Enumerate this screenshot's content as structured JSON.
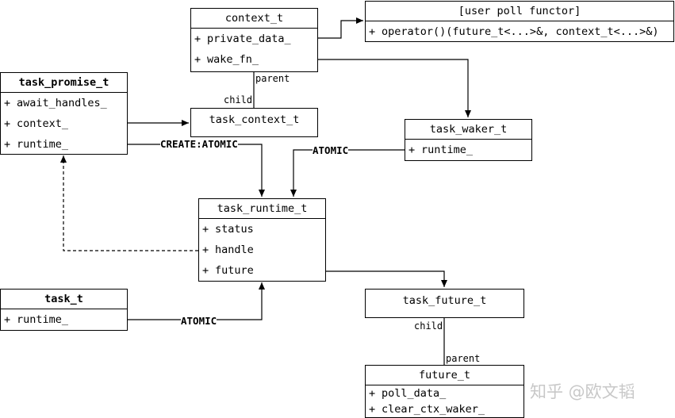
{
  "classes": {
    "context_t": {
      "name": "context_t",
      "members": [
        "private_data_",
        "wake_fn_"
      ]
    },
    "user_poll_functor": {
      "name": "[user poll functor]",
      "members": [
        "operator()(future_t<...>&, context_t<...>&)"
      ]
    },
    "task_promise_t": {
      "name": "task_promise_t",
      "members": [
        "await_handles_",
        "context_",
        "runtime_"
      ]
    },
    "task_context_t": {
      "name": "task_context_t",
      "members": []
    },
    "task_waker_t": {
      "name": "task_waker_t",
      "members": [
        "runtime_"
      ]
    },
    "task_runtime_t": {
      "name": "task_runtime_t",
      "members": [
        "status",
        "handle",
        "future"
      ]
    },
    "task_t": {
      "name": "task_t",
      "members": [
        "runtime_"
      ]
    },
    "task_future_t": {
      "name": "task_future_t",
      "members": []
    },
    "future_t": {
      "name": "future_t",
      "members": [
        "poll_data_",
        "clear_ctx_waker_"
      ]
    }
  },
  "member_visibility": "+",
  "labels": {
    "parent_1": "parent",
    "child_1": "child",
    "create_atomic": "CREATE:ATOMIC",
    "atomic_waker": "ATOMIC",
    "atomic_task": "ATOMIC",
    "child_2": "child",
    "parent_2": "parent"
  },
  "watermark": "知乎 @欧文韬"
}
